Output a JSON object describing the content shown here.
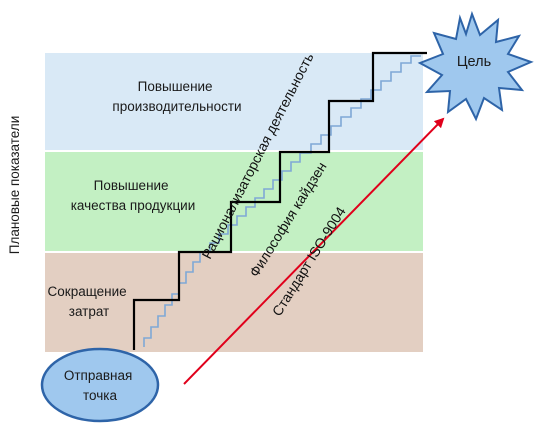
{
  "y_axis_label": "Плановые показатели",
  "bands": [
    {
      "line1": "Повышение",
      "line2": "производительности",
      "color": "#d9e9f6"
    },
    {
      "line1": "Повышение",
      "line2": "качества продукции",
      "color": "#c3f0c3"
    },
    {
      "line1": "Сокращение",
      "line2": "затрат",
      "color": "#e3cfc2"
    }
  ],
  "start_point": {
    "line1": "Отправная",
    "line2": "точка",
    "fill": "#9fc8ee",
    "stroke": "#2e64a8"
  },
  "goal": {
    "label": "Цель",
    "fill": "#9fc8ee",
    "stroke": "#2e64a8"
  },
  "paths": {
    "rational": {
      "label": "Рационализаторская деятельность",
      "color": "#000000"
    },
    "kaizen": {
      "label": "Философия кайдзен",
      "color": "#7fa8d6"
    },
    "iso": {
      "label": "Стандарт ISO-9004",
      "color": "#e0001b"
    }
  }
}
